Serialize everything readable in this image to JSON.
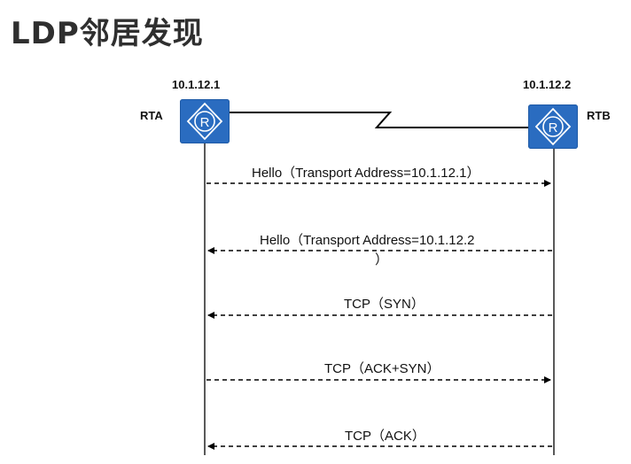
{
  "title": "LDP邻居发现",
  "routers": [
    {
      "name": "RTA",
      "ip": "10.1.12.1",
      "icon": "router-icon"
    },
    {
      "name": "RTB",
      "ip": "10.1.12.2",
      "icon": "router-icon"
    }
  ],
  "router_glyph": "R",
  "messages": [
    {
      "text": "Hello（Transport Address=10.1.12.1）",
      "direction": "RTA-to-RTB"
    },
    {
      "text": "Hello（Transport Address=10.1.12.2",
      "text_wrap": "）",
      "direction": "RTB-to-RTA"
    },
    {
      "text": "TCP（SYN）",
      "direction": "RTB-to-RTA"
    },
    {
      "text": "TCP（ACK+SYN）",
      "direction": "RTA-to-RTB"
    },
    {
      "text": "TCP（ACK）",
      "direction": "RTB-to-RTA"
    }
  ],
  "colors": {
    "router": "#2a6cc0",
    "line": "#000000",
    "title": "#2f2f2f"
  }
}
